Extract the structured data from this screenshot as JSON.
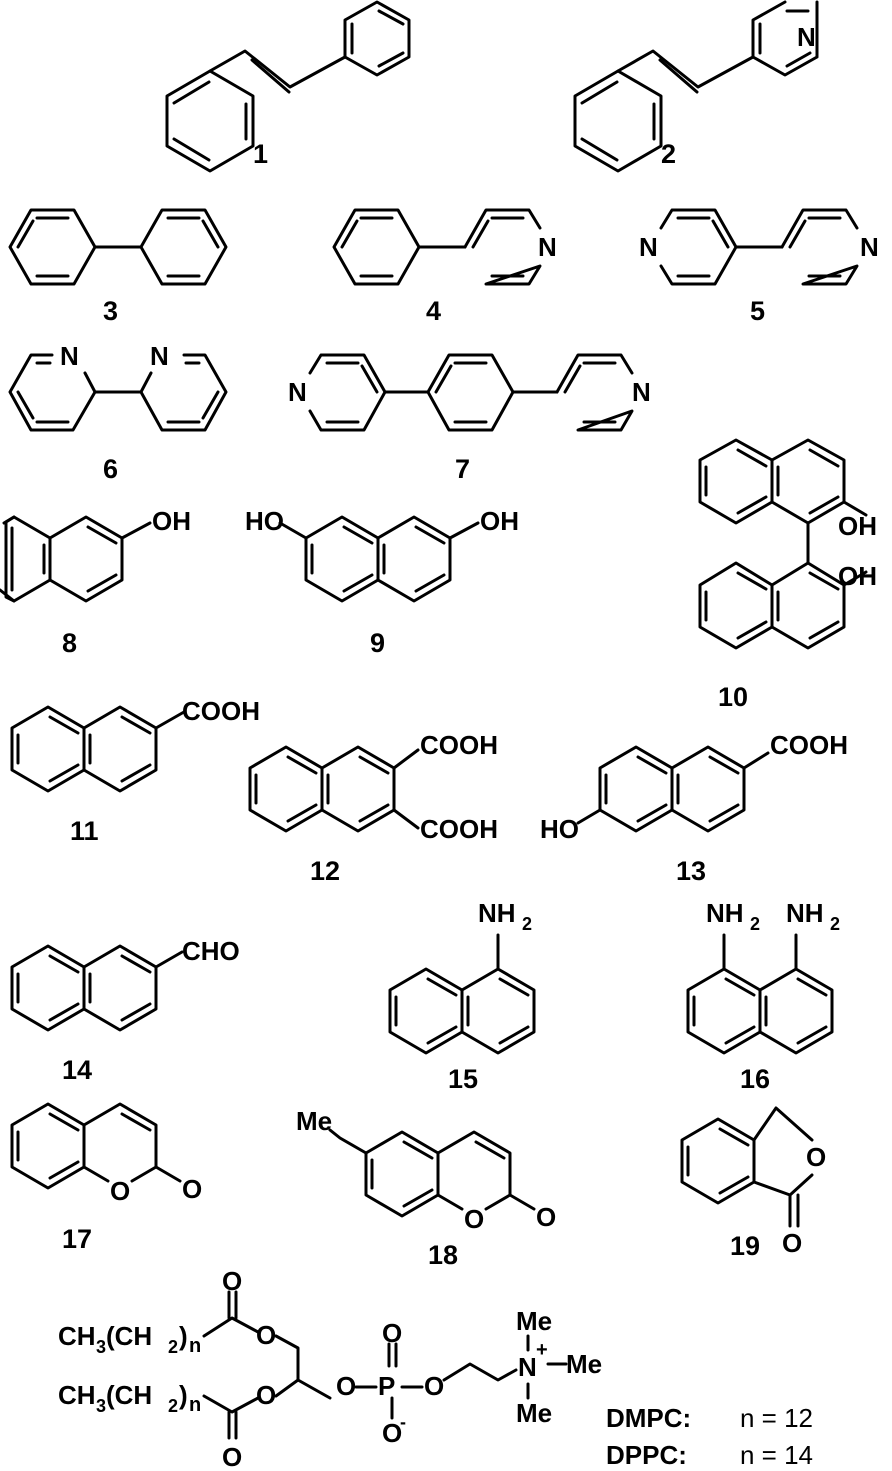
{
  "compounds": [
    {
      "number": "1"
    },
    {
      "number": "2"
    },
    {
      "number": "3"
    },
    {
      "number": "4"
    },
    {
      "number": "5"
    },
    {
      "number": "6"
    },
    {
      "number": "7"
    },
    {
      "number": "8"
    },
    {
      "number": "9"
    },
    {
      "number": "10"
    },
    {
      "number": "11"
    },
    {
      "number": "12"
    },
    {
      "number": "13"
    },
    {
      "number": "14"
    },
    {
      "number": "15"
    },
    {
      "number": "16"
    },
    {
      "number": "17"
    },
    {
      "number": "18"
    },
    {
      "number": "19"
    }
  ],
  "atoms": {
    "N": "N",
    "OH": "OH",
    "HO": "HO",
    "COOH": "COOH",
    "CHO": "CHO",
    "NH": "NH",
    "sub2": "2",
    "O": "O",
    "Me": "Me",
    "P": "P",
    "CH3": "CH",
    "sub3": "3",
    "open_paren": "(CH",
    "close_n": ")",
    "n": "n",
    "charge_plus": "+",
    "charge_minus": "-"
  },
  "legend": [
    {
      "name": "DMPC:",
      "value": "n = 12"
    },
    {
      "name": "DPPC:",
      "value": "n = 14"
    }
  ]
}
